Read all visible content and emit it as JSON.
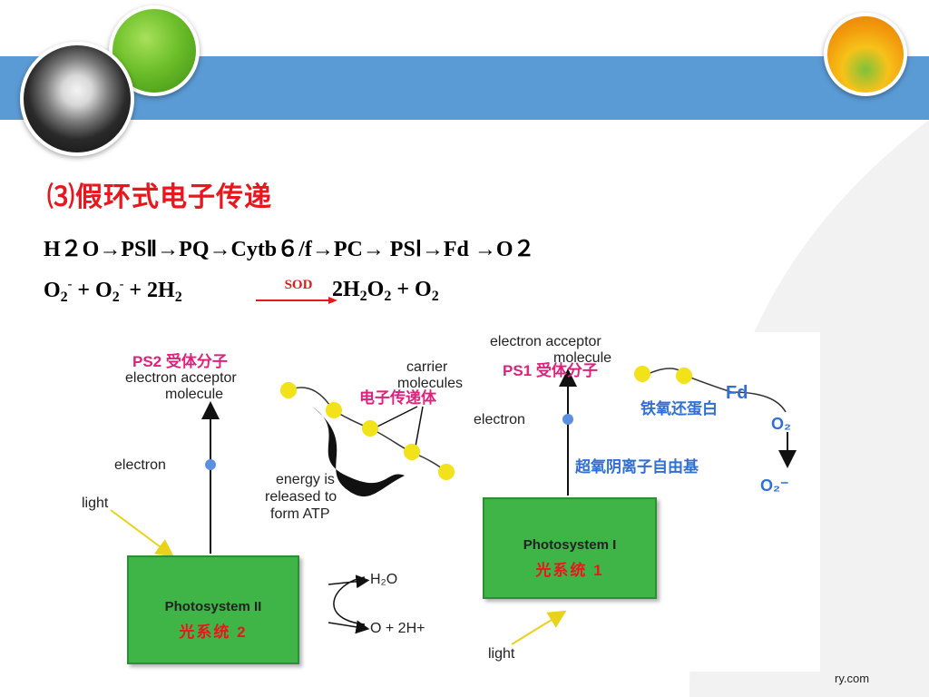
{
  "slide": {
    "section_title": "⑶假环式电子传递",
    "chain": "H２O→PSⅡ→PQ→Cytb６/f→PC→ PSⅠ→Fd →O２",
    "equation": {
      "term1_base": "O",
      "term1_sub": "2",
      "term1_sup": "-",
      "plus1": " + ",
      "term2_base": "O",
      "term2_sub": "2",
      "term2_sup": "-",
      "plus2": " + 2H",
      "term3_sub": "2",
      "enzyme": "SOD",
      "prod1_coef": "2H",
      "prod1_sub": "2",
      "prod1_mid": "O",
      "prod1_sub2": "2",
      "plus3": " + O",
      "prod2_sub": "2"
    },
    "footer_source": "ry.com"
  },
  "diagram": {
    "ps2_acceptor_cn": "PS2 受体分子",
    "ps2_acceptor_en1": "electron acceptor",
    "ps2_acceptor_en2": "molecule",
    "carrier_en1": "carrier",
    "carrier_en2": "molecules",
    "carrier_cn": "电子传递体",
    "ps1_acceptor_en1": "electron acceptor",
    "ps1_acceptor_en2": "molecule",
    "ps1_acceptor_cn": "PS1 受体分子",
    "fd": "Fd",
    "ferredoxin_cn": "铁氧还蛋白",
    "o2": "O₂",
    "superoxide_cn": "超氧阴离子自由基",
    "o2_minus": "O₂⁻",
    "electron_left": "electron",
    "electron_right": "electron",
    "light_left": "light",
    "light_bottom": "light",
    "energy1": "energy is",
    "energy2": "released to",
    "energy3": "form ATP",
    "ps2_name": "Photosystem II",
    "ps2_cn": "光系统 2",
    "ps1_name": "Photosystem I",
    "ps1_cn": "光系统 1",
    "h2o": "H₂O",
    "products": "O + 2H+",
    "colors": {
      "band": "#5b9bd5",
      "title_red": "#e8171d",
      "ps_green": "#3fb548",
      "carrier_yellow": "#f2e21a",
      "electron_blue": "#5b8fe0"
    }
  }
}
